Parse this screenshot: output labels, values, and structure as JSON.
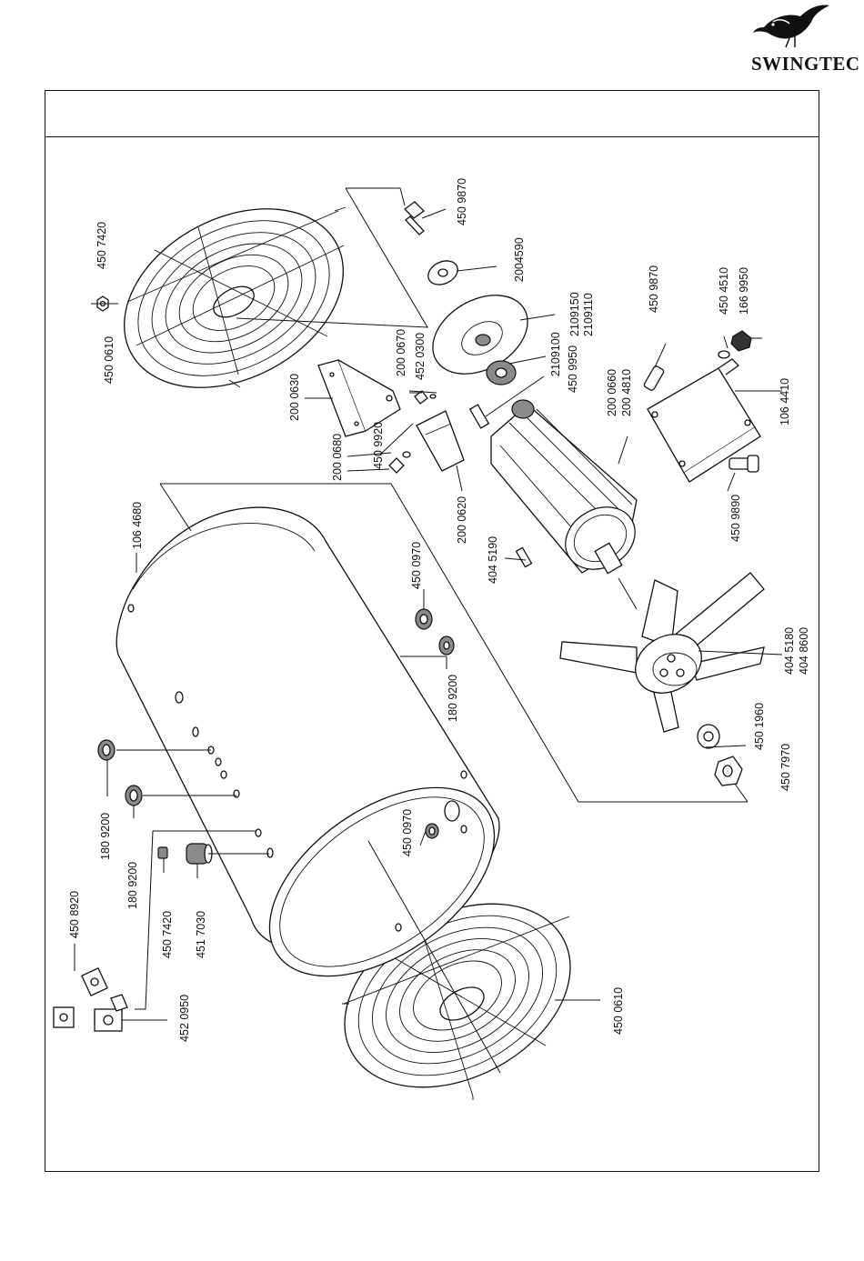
{
  "brand": {
    "name": "SWINGTEC"
  },
  "parts": {
    "p4509870_top": "450 9870",
    "p2004590": "2004590",
    "p2109150": "2109150",
    "p2109110": "2109110",
    "p2109100": "2109100",
    "p4509950": "450 9950",
    "p4507420_top": "450 7420",
    "p4500610_top": "450 0610",
    "p2000670": "200 0670",
    "p4520300": "452 0300",
    "p2000630": "200 0630",
    "p4509920": "450 9920",
    "p2000680": "200 0680",
    "p2000620": "200 0620",
    "p2000660": "200 0660",
    "p2004810": "200 4810",
    "p4509870_right": "450 9870",
    "p4504510": "450 4510",
    "p1669950": "166 9950",
    "p1064410": "106 4410",
    "p4509890": "450 9890",
    "p1064680": "106 4680",
    "p4500970_top": "450 0970",
    "p1809200_mid": "180 9200",
    "p4045190": "404 5190",
    "p4045180": "404 5180",
    "p4048600": "404 8600",
    "p4501960": "450 1960",
    "p4507970": "450 7970",
    "p1809200_a": "180 9200",
    "p1809200_b": "180 9200",
    "p4500970_bot": "450 0970",
    "p4508920": "450 8920",
    "p4507420_bot": "450 7420",
    "p4517030": "451 7030",
    "p4520950": "452 0950",
    "p4500610_bot": "450 0610"
  }
}
